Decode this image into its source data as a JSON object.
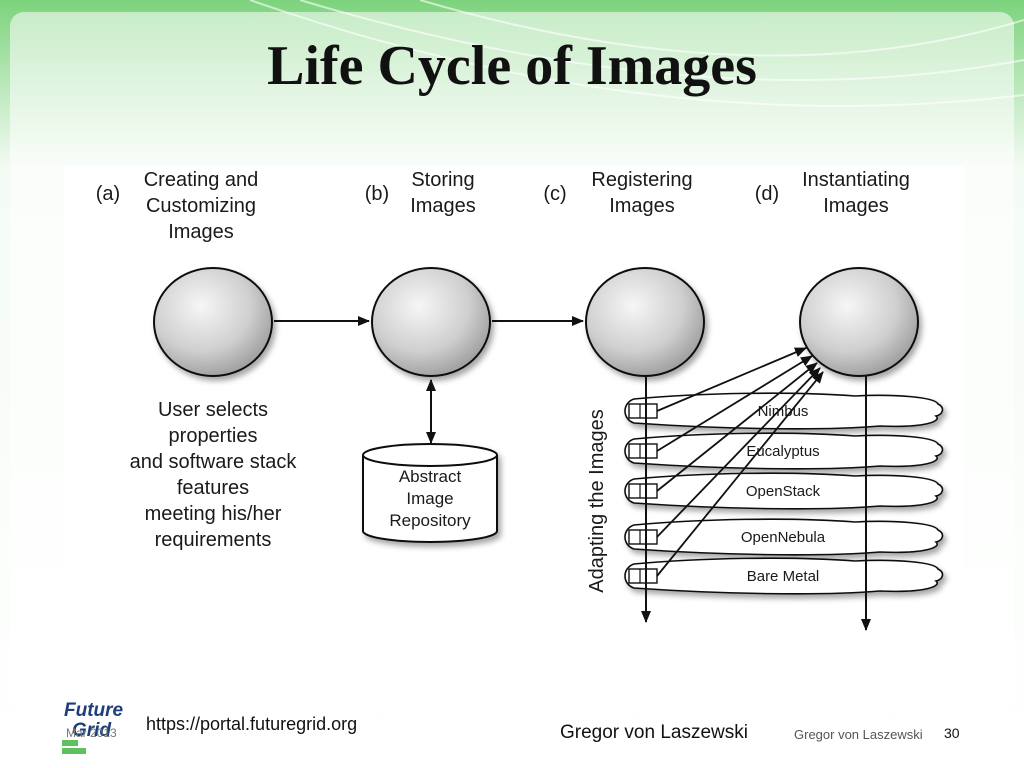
{
  "slide": {
    "title": "Life Cycle of Images",
    "footer": {
      "url": "https://portal.futuregrid.org",
      "author_large": "Gregor von Laszewski",
      "author_small": "Gregor von Laszewski",
      "page_number": "30",
      "date": "Mar 2013",
      "logo_text": [
        "Future",
        "Grid"
      ]
    }
  },
  "diagram": {
    "stages": [
      {
        "marker": "(a)",
        "label_lines": [
          "Creating and",
          "Customizing",
          "Images"
        ]
      },
      {
        "marker": "(b)",
        "label_lines": [
          "Storing",
          "Images"
        ]
      },
      {
        "marker": "(c)",
        "label_lines": [
          "Registering",
          "Images"
        ]
      },
      {
        "marker": "(d)",
        "label_lines": [
          "Instantiating",
          "Images"
        ]
      }
    ],
    "description_lines": [
      "User selects",
      "properties",
      "and software stack",
      "features",
      "meeting his/her",
      "requirements"
    ],
    "repository_lines": [
      "Abstract",
      "Image",
      "Repository"
    ],
    "adapting_label": "Adapting the Images",
    "platforms": [
      "Nimbus",
      "Eucalyptus",
      "OpenStack",
      "OpenNebula",
      "Bare Metal"
    ],
    "colors": {
      "line": "#111111",
      "accent_bg": "#6fc96f"
    }
  }
}
